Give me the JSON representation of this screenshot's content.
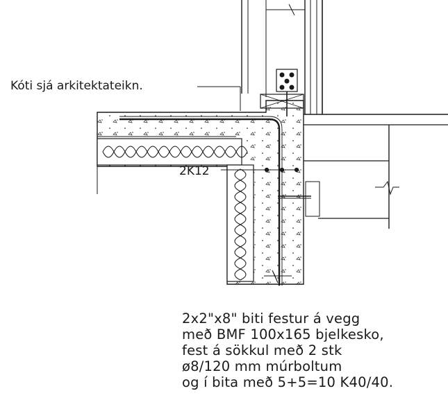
{
  "labels": {
    "roof_note": "Kóti sjá arkitektateikn.",
    "rebar": "2K12"
  },
  "note_lines": [
    "2x2\"x8\" biti festur á vegg",
    "með BMF 100x165 bjelkesko,",
    "fest á sökkul með 2 stk",
    "ø8/120 mm múrboltum",
    "og í bita með 5+5=10 K40/40."
  ],
  "colors": {
    "ink": "#1a1a1a",
    "paper": "#ffffff"
  }
}
